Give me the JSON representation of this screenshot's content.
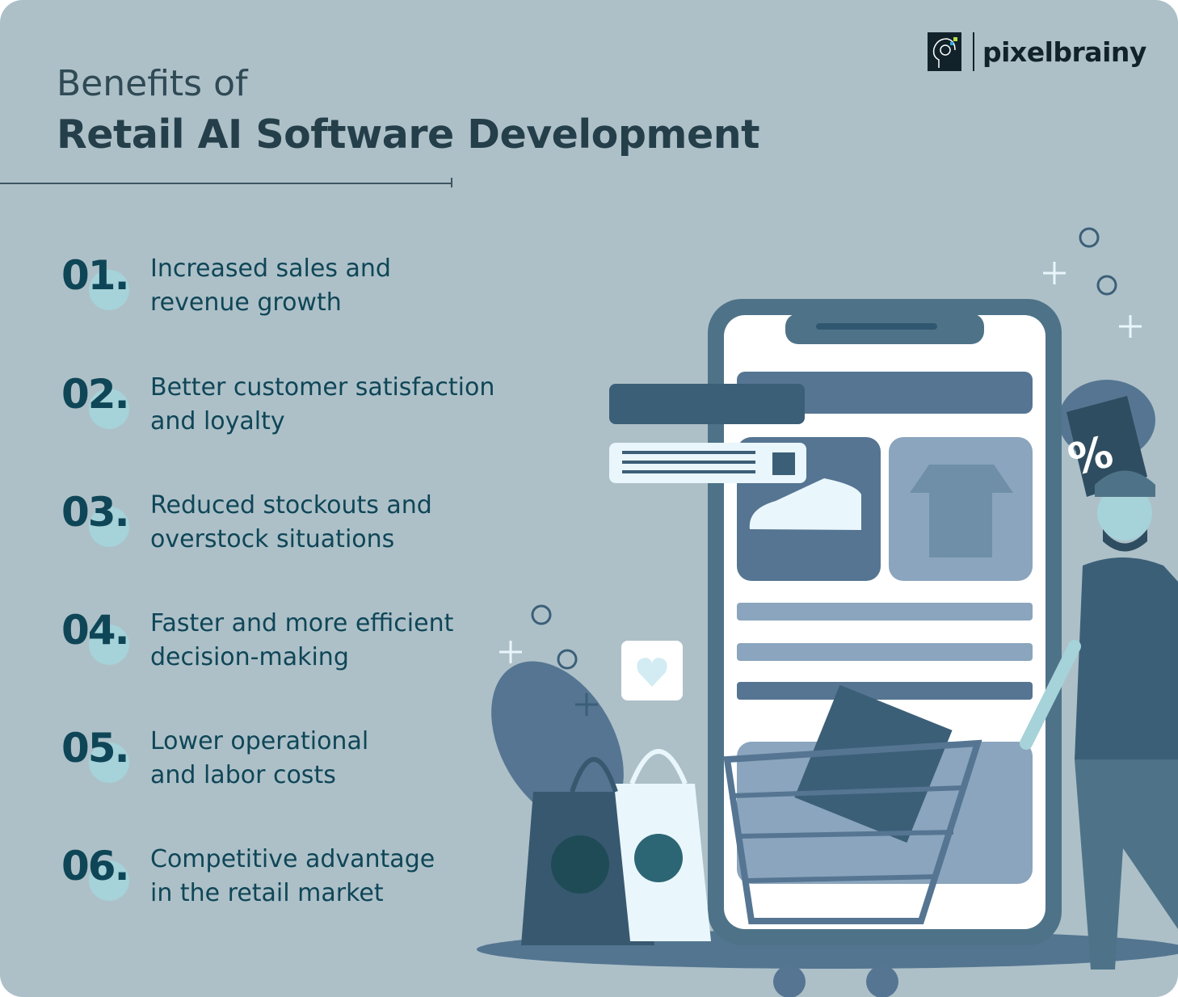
{
  "header": {
    "line1": "Benefits of",
    "line2": "Retail AI Software Development"
  },
  "logo": {
    "name": "pixelbrainy"
  },
  "benefits": [
    {
      "num": "01.",
      "line1": "Increased sales and",
      "line2": "revenue growth"
    },
    {
      "num": "02.",
      "line1": "Better customer satisfaction",
      "line2": "and loyalty"
    },
    {
      "num": "03.",
      "line1": "Reduced stockouts and",
      "line2": "overstock situations"
    },
    {
      "num": "04.",
      "line1": "Faster and more efficient",
      "line2": "decision-making"
    },
    {
      "num": "05.",
      "line1": "Lower operational",
      "line2": "and labor costs"
    },
    {
      "num": "06.",
      "line1": "Competitive advantage",
      "line2": "in the retail market"
    }
  ],
  "illustration": {
    "discount_tag": "%"
  },
  "colors": {
    "background": "#adc0c8",
    "text": "#0f4657",
    "accent": "#a6d2d9",
    "phone": "#4e7388"
  }
}
